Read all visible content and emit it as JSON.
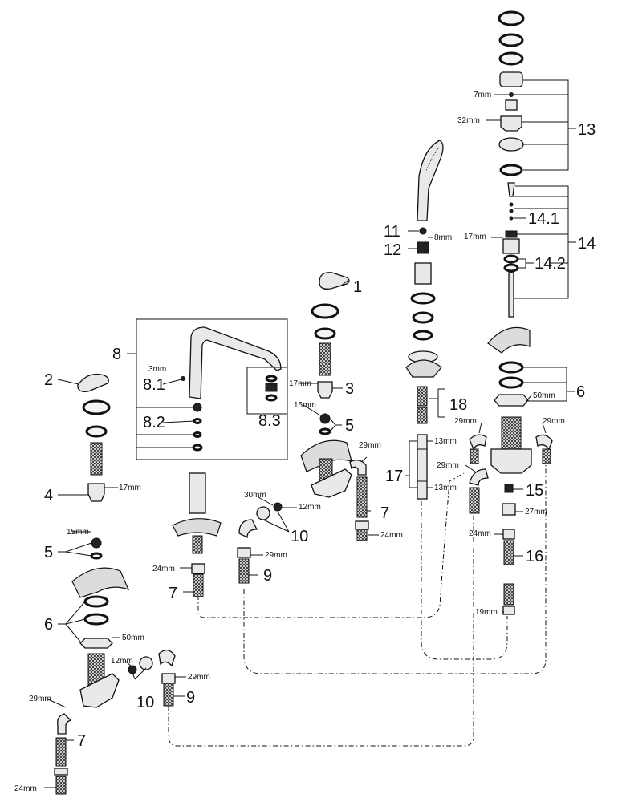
{
  "diagram": {
    "callouts": {
      "c1": "1",
      "c2": "2",
      "c3": "3",
      "c4": "4",
      "c5a": "5",
      "c5b": "5",
      "c6a": "6",
      "c6b": "6",
      "c7a": "7",
      "c7b": "7",
      "c7c": "7",
      "c8": "8",
      "c8_1": "8.1",
      "c8_2": "8.2",
      "c8_3": "8.3",
      "c9a": "9",
      "c9b": "9",
      "c10a": "10",
      "c10b": "10",
      "c11": "11",
      "c12": "12",
      "c13": "13",
      "c14": "14",
      "c14_1": "14.1",
      "c14_2": "14.2",
      "c15": "15",
      "c16": "16",
      "c17": "17",
      "c18": "18"
    },
    "sizes": {
      "s7mm": "7mm",
      "s32mm": "32mm",
      "s8mm": "8mm",
      "s17mm_a": "17mm",
      "s3mm": "3mm",
      "s17mm_b": "17mm",
      "s15mm_a": "15mm",
      "s17mm_c": "17mm",
      "s15mm_b": "15mm",
      "s50mm_a": "50mm",
      "s50mm_b": "50mm",
      "s29mm_a": "29mm",
      "s29mm_b": "29mm",
      "s29mm_c": "29mm",
      "s29mm_d": "29mm",
      "s29mm_e": "29mm",
      "s29mm_f": "29mm",
      "s29mm_g": "29mm",
      "s30mm": "30mm",
      "s12mm_a": "12mm",
      "s12mm_b": "12mm",
      "s24mm_a": "24mm",
      "s24mm_b": "24mm",
      "s24mm_c": "24mm",
      "s24mm_d": "24mm",
      "s13mm_a": "13mm",
      "s13mm_b": "13mm",
      "s27mm": "27mm",
      "s19mm": "19mm"
    }
  }
}
